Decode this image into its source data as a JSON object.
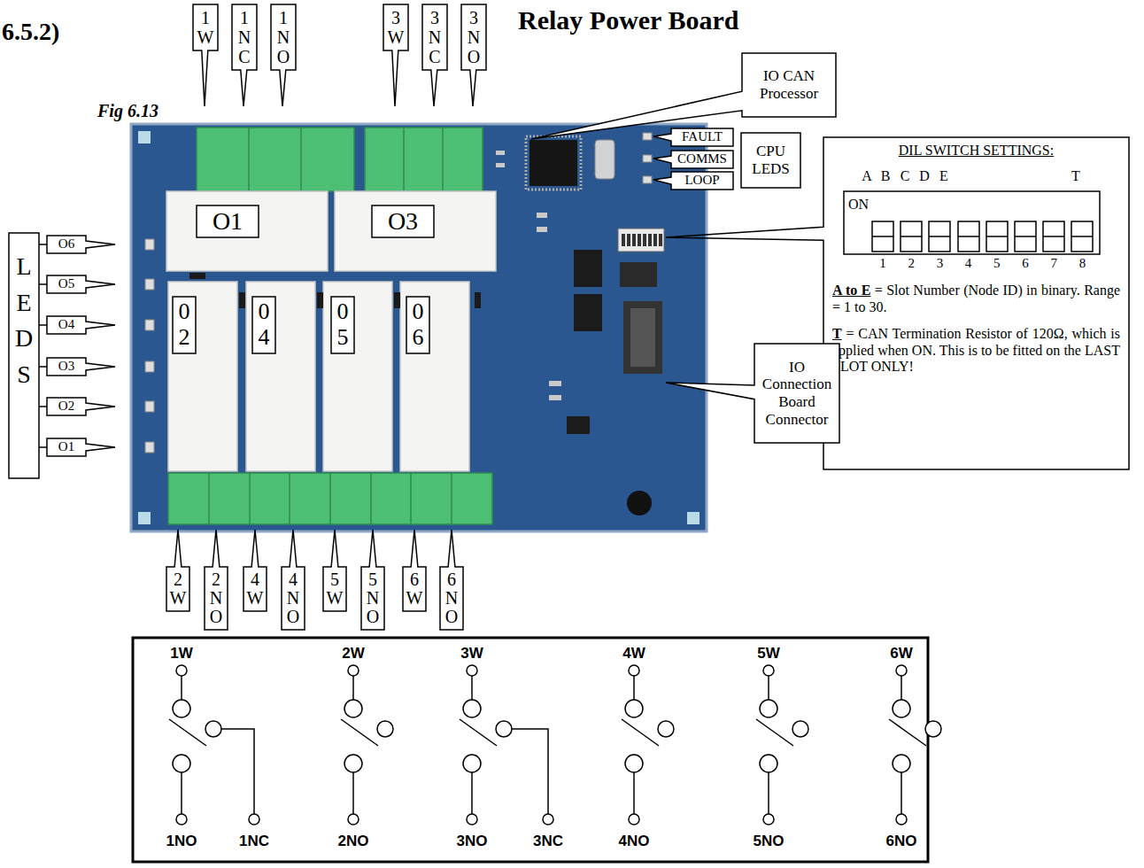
{
  "diagram": {
    "title": "Relay Power Board",
    "nodes": [
      {
        "text": [
          "1W"
        ]
      },
      {
        "text": [
          "1NC"
        ]
      },
      {
        "text": [
          "1NO"
        ]
      },
      {
        "text": [
          "3W"
        ]
      },
      {
        "text": [
          "3NC"
        ]
      },
      {
        "text": [
          "3NO"
        ]
      },
      {
        "text": [
          "IO CAN Processor"
        ]
      },
      {
        "text": [
          "FAULT"
        ]
      },
      {
        "text": [
          "COMMS"
        ]
      },
      {
        "text": [
          "LOOP"
        ]
      },
      {
        "text": [
          "CPU LEDS"
        ]
      },
      {
        "text": [
          "DIL SWITCH SETTINGS:",
          "A to E = Slot Number (Node ID) in binary. Range = 1 to 30.",
          "T = CAN Termination Resistor of 120Ω, which is applied when ON. This is to be fitted on the LAST SLOT ONLY!"
        ]
      },
      {
        "text": [
          "O1"
        ]
      },
      {
        "text": [
          "O3"
        ]
      },
      {
        "text": [
          "LEDS"
        ]
      },
      {
        "text": [
          "O6"
        ]
      },
      {
        "text": [
          "O5"
        ]
      },
      {
        "text": [
          "O4"
        ]
      },
      {
        "text": [
          "O3"
        ]
      },
      {
        "text": [
          "O2"
        ]
      },
      {
        "text": [
          "O1"
        ]
      },
      {
        "text": [
          "02"
        ]
      },
      {
        "text": [
          "04"
        ]
      },
      {
        "text": [
          "05"
        ]
      },
      {
        "text": [
          "06"
        ]
      },
      {
        "text": [
          "IO Connection Board Connector"
        ]
      },
      {
        "text": [
          "2W"
        ]
      },
      {
        "text": [
          "2NO"
        ]
      },
      {
        "text": [
          "4W"
        ]
      },
      {
        "text": [
          "4NO"
        ]
      },
      {
        "text": [
          "5W"
        ]
      },
      {
        "text": [
          "5NO"
        ]
      },
      {
        "text": [
          "6W"
        ]
      },
      {
        "text": [
          "6NO"
        ]
      }
    ],
    "edges": [
      {
        "from": 14,
        "to": 15,
        "arrow": "none"
      },
      {
        "from": 14,
        "to": 16,
        "arrow": "none"
      },
      {
        "from": 14,
        "to": 17,
        "arrow": "none"
      },
      {
        "from": 14,
        "to": 18,
        "arrow": "none"
      },
      {
        "from": 14,
        "to": 19,
        "arrow": "none"
      },
      {
        "from": 14,
        "to": 20,
        "arrow": "none"
      }
    ],
    "labels": [
      "6.5.2)",
      "Fig 6.13",
      "A",
      "B",
      "C",
      "D",
      "E",
      "T",
      "ON",
      "1",
      "2",
      "3",
      "4",
      "5",
      "6",
      "7",
      "8",
      "1W",
      "2W",
      "3W",
      "4W",
      "5W",
      "6W",
      "1NO",
      "1NC",
      "2NO",
      "3NO",
      "3NC",
      "4NO",
      "5NO",
      "6NO"
    ]
  }
}
